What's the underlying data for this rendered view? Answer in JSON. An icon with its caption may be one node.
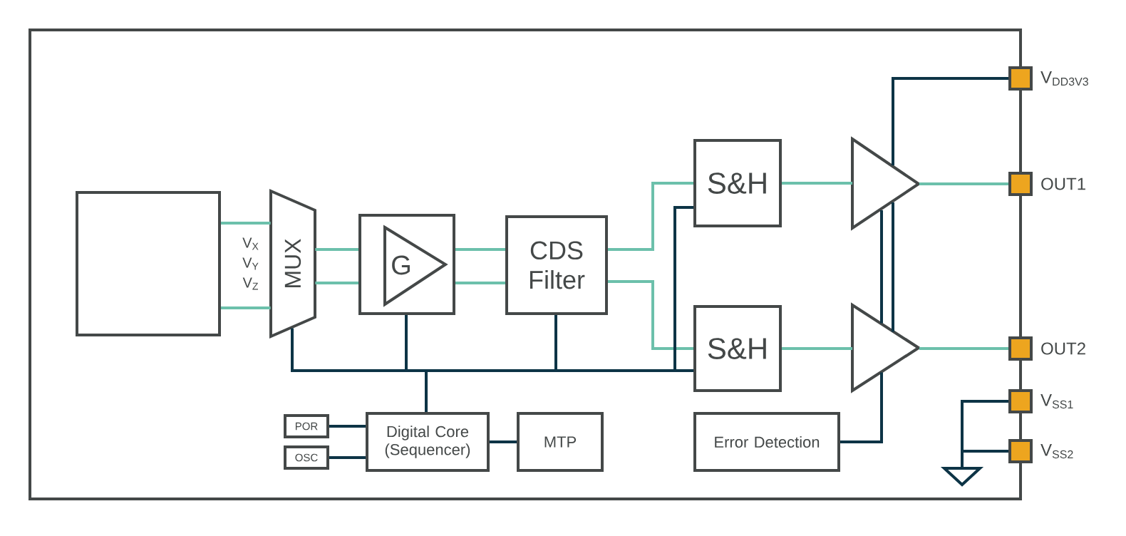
{
  "diagram": {
    "nodes": [
      {
        "text": [],
        "shape": "box"
      },
      {
        "text": [
          "MUX"
        ]
      },
      {
        "text": [
          "G"
        ]
      },
      {
        "text": [
          "CDS Filter"
        ]
      },
      {
        "text": [
          "S&H"
        ]
      },
      {
        "text": [
          "S&H"
        ]
      },
      {
        "text": [],
        "shape": "triangle"
      },
      {
        "text": [],
        "shape": "triangle"
      },
      {
        "text": [
          "Digital Core (Sequencer)"
        ]
      },
      {
        "text": [
          "POR"
        ]
      },
      {
        "text": [
          "OSC"
        ]
      },
      {
        "text": [
          "MTP"
        ]
      },
      {
        "text": [
          "Error Detection"
        ]
      },
      {
        "text": [],
        "shape": "box",
        "beside": [
          "V$_{DD3V3}$"
        ]
      },
      {
        "text": [],
        "shape": "box",
        "beside": [
          "OUT1"
        ]
      },
      {
        "text": [],
        "shape": "box",
        "beside": [
          "OUT2"
        ]
      },
      {
        "text": [],
        "shape": "box",
        "beside": [
          "V$_{SS1}$"
        ]
      },
      {
        "text": [],
        "shape": "box",
        "beside": [
          "V$_{SS2}$"
        ]
      },
      {
        "text": [],
        "shape": "ground"
      }
    ],
    "edges": [
      {
        "from": 0,
        "to": 1,
        "arrow": "none",
        "color": "#6cc0ab"
      },
      {
        "from": 0,
        "to": 1,
        "arrow": "none",
        "color": "#6cc0ab"
      },
      {
        "from": 1,
        "to": 2,
        "arrow": "none",
        "color": "#6cc0ab"
      },
      {
        "from": 1,
        "to": 2,
        "arrow": "none",
        "color": "#6cc0ab"
      },
      {
        "from": 2,
        "to": 3,
        "arrow": "none",
        "color": "#6cc0ab"
      },
      {
        "from": 2,
        "to": 3,
        "arrow": "none",
        "color": "#6cc0ab"
      },
      {
        "from": 3,
        "to": 4,
        "arrow": "none",
        "color": "#6cc0ab"
      },
      {
        "from": 3,
        "to": 5,
        "arrow": "none",
        "color": "#6cc0ab"
      },
      {
        "from": 4,
        "to": 6,
        "arrow": "none",
        "color": "#6cc0ab"
      },
      {
        "from": 5,
        "to": 7,
        "arrow": "none",
        "color": "#6cc0ab"
      },
      {
        "from": 6,
        "to": 14,
        "arrow": "none",
        "color": "#6cc0ab"
      },
      {
        "from": 7,
        "to": 15,
        "arrow": "none",
        "color": "#6cc0ab"
      },
      {
        "from": 8,
        "to": 1,
        "arrow": "none"
      },
      {
        "from": 8,
        "to": 2,
        "arrow": "none"
      },
      {
        "from": 8,
        "to": 3,
        "arrow": "none"
      },
      {
        "from": 8,
        "to": 4,
        "arrow": "none"
      },
      {
        "from": 8,
        "to": 5,
        "arrow": "none"
      },
      {
        "from": 9,
        "to": 8,
        "arrow": "none"
      },
      {
        "from": 10,
        "to": 8,
        "arrow": "none"
      },
      {
        "from": 8,
        "to": 11,
        "arrow": "none"
      },
      {
        "from": 13,
        "to": 6,
        "arrow": "none"
      },
      {
        "from": 6,
        "to": 7,
        "arrow": "none"
      },
      {
        "from": 7,
        "to": 6,
        "arrow": "none"
      },
      {
        "from": 12,
        "to": 7,
        "arrow": "none"
      },
      {
        "from": 16,
        "to": 18,
        "arrow": "none"
      },
      {
        "from": 17,
        "to": 18,
        "arrow": "none"
      }
    ],
    "labels": [
      "V$_{X}$",
      "V$_{Y}$",
      "V$_{Z}$"
    ]
  }
}
